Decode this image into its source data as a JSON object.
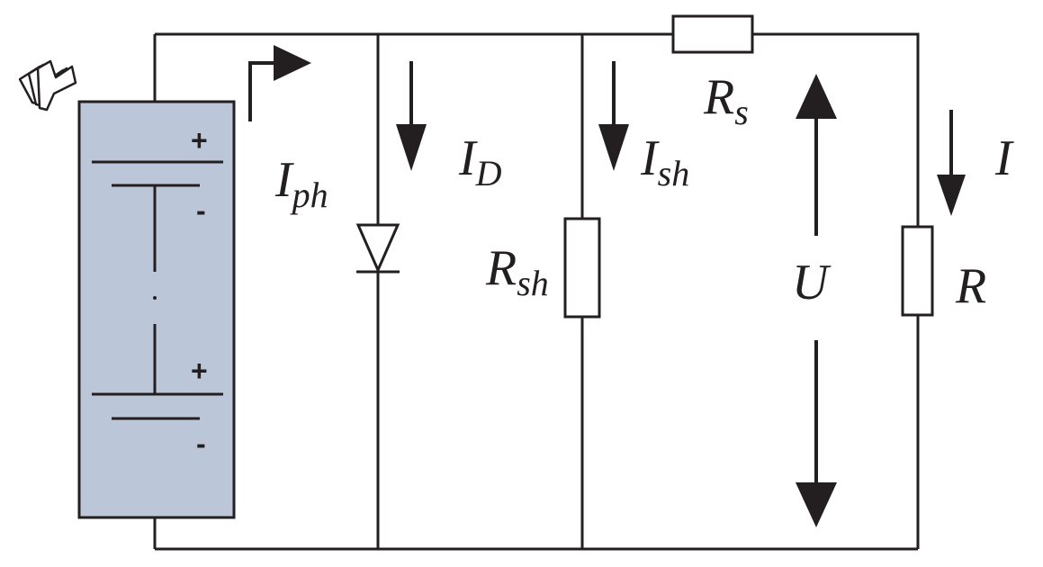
{
  "colors": {
    "wire": "#231f20",
    "cell_fill": "#bcc6d9",
    "background": "#ffffff"
  },
  "labels": {
    "iph": {
      "main": "I",
      "sub": "ph"
    },
    "id": {
      "main": "I",
      "sub": "D"
    },
    "ish": {
      "main": "I",
      "sub": "sh"
    },
    "rs": {
      "main": "R",
      "sub": "s"
    },
    "rsh": {
      "main": "R",
      "sub": "sh"
    },
    "u": {
      "main": "U"
    },
    "r": {
      "main": "R"
    },
    "i": {
      "main": "I"
    }
  },
  "cell_signs": {
    "plus_1": "+",
    "minus_1": "-",
    "plus_2": "+",
    "minus_2": "-"
  },
  "icons": [
    "light-rays-icon",
    "current-arrow-icon",
    "diode-icon",
    "resistor-icon"
  ]
}
